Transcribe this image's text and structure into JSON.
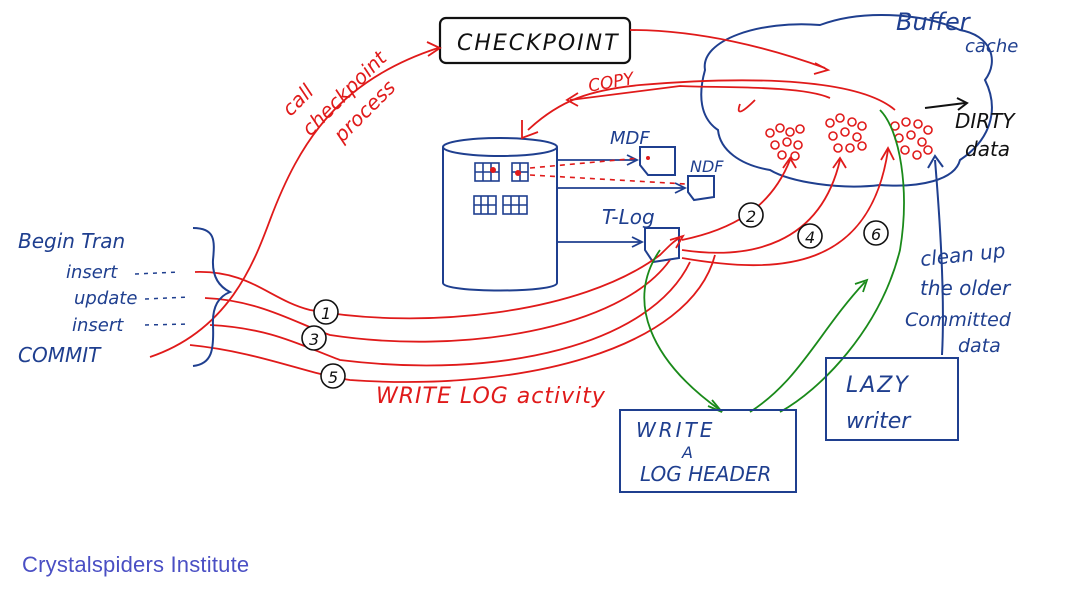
{
  "labels": {
    "checkpoint": "CHECKPOINT",
    "buffer": "Buffer",
    "cache": "cache",
    "dirty": "DIRTY",
    "data": "data",
    "copy": "COPY",
    "call": "call",
    "checkpoint_lower": "checkpoint",
    "process": "process",
    "mdf": "MDF",
    "ndf": "NDF",
    "tlog": "T-Log",
    "begin_tran": "Begin Tran",
    "insert1": "insert",
    "update": "update",
    "insert2": "insert",
    "commit": "COMMIT",
    "write_log_activity": "WRITE LOG activity",
    "write_a_log_header_1": "WRITE",
    "write_a_log_header_2": "A",
    "write_a_log_header_3": "LOG HEADER",
    "lazy_writer_1": "LAZY",
    "lazy_writer_2": "writer",
    "cleanup_1": "clean up",
    "cleanup_2": "the older",
    "cleanup_3": "Committed",
    "cleanup_4": "data"
  },
  "steps": [
    "1",
    "2",
    "3",
    "4",
    "5",
    "6"
  ],
  "footer": "Crystalspiders Institute",
  "colors": {
    "ink_blue": "#1f3f8f",
    "ink_red": "#e01a1a",
    "ink_green": "#1a8a1a",
    "ink_black": "#111111",
    "footer": "#4a4fc4"
  }
}
